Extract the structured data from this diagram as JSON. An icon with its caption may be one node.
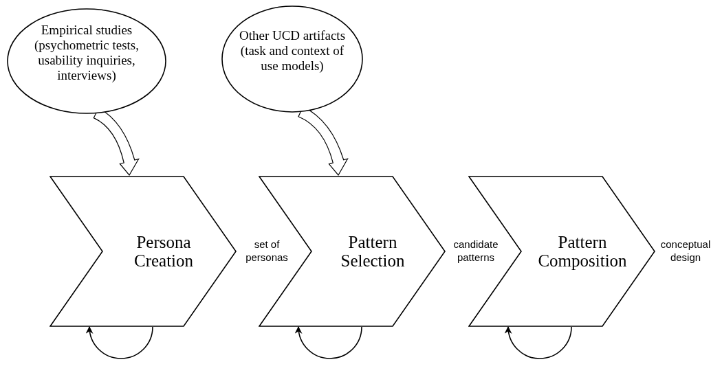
{
  "diagram": {
    "nodes": [
      {
        "text": [
          "Empirical studies (psychometric tests, usability inquiries, interviews)"
        ]
      },
      {
        "text": [
          "Other UCD artifacts (task and context of use models)"
        ]
      },
      {
        "text": [
          "Persona Creation"
        ]
      },
      {
        "text": [
          "Pattern Selection"
        ]
      },
      {
        "text": [
          "Pattern Composition"
        ]
      }
    ],
    "labels": [
      "set of personas",
      "candidate patterns",
      "conceptual design"
    ],
    "edges": [
      {
        "from": 0,
        "to": 2,
        "arrow": "to",
        "style": "thick"
      },
      {
        "from": 1,
        "to": 3,
        "arrow": "to",
        "style": "thick"
      },
      {
        "from": 2,
        "to": 2,
        "arrow": "to"
      },
      {
        "from": 3,
        "to": 3,
        "arrow": "to"
      },
      {
        "from": 4,
        "to": 4,
        "arrow": "to"
      }
    ]
  }
}
